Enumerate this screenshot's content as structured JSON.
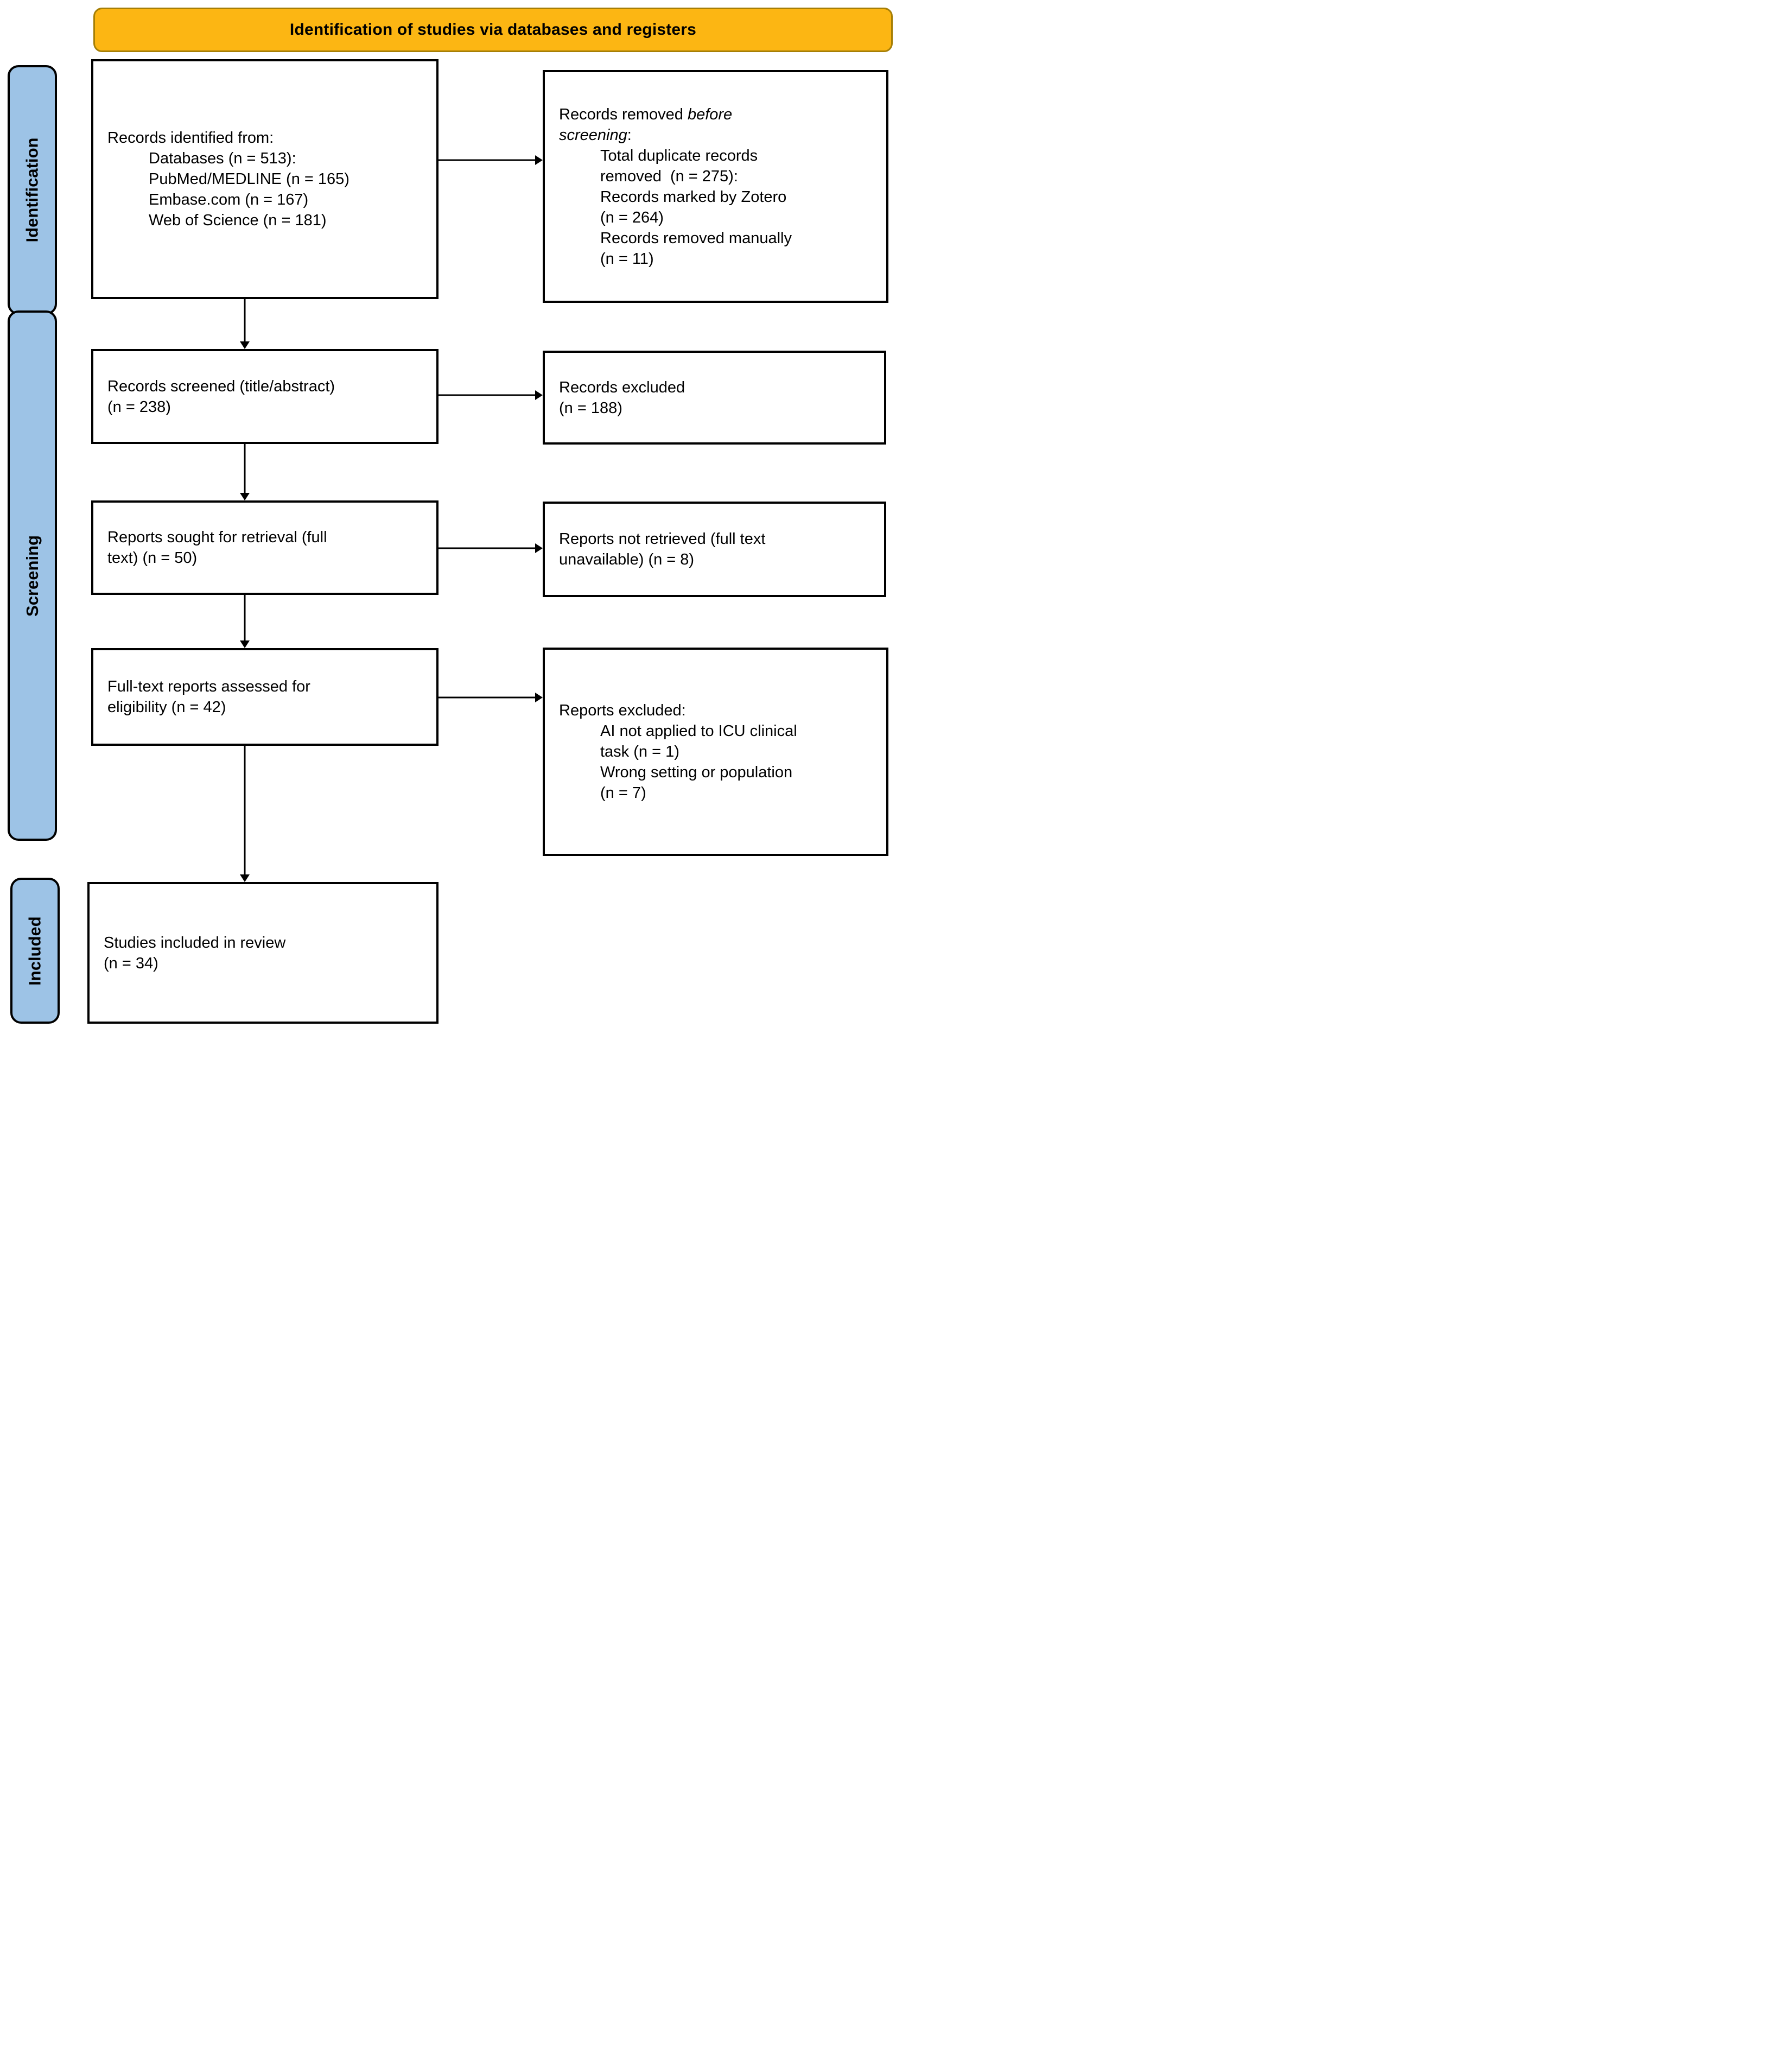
{
  "banner": {
    "title": "Identification of studies via databases and registers"
  },
  "colors": {
    "banner_fill": "#FCB613",
    "banner_border": "#A67F06",
    "stage_fill": "#9DC3E6",
    "box_border": "#000000",
    "arrow": "#000000"
  },
  "stages": [
    {
      "id": "identification",
      "label": "Identification"
    },
    {
      "id": "screening",
      "label": "Screening"
    },
    {
      "id": "included",
      "label": "Included"
    }
  ],
  "boxes": {
    "records_identified": {
      "lines": [
        {
          "indent": 0,
          "parts": [
            {
              "text": "Records identified from:"
            }
          ]
        },
        {
          "indent": 1,
          "parts": [
            {
              "text": "Databases (n = 513):"
            }
          ]
        },
        {
          "indent": 1,
          "parts": [
            {
              "text": "PubMed/MEDLINE (n = 165)"
            }
          ]
        },
        {
          "indent": 1,
          "parts": [
            {
              "text": "Embase.com (n = 167)"
            }
          ]
        },
        {
          "indent": 1,
          "parts": [
            {
              "text": "Web of Science (n = 181)"
            }
          ]
        }
      ]
    },
    "records_removed_before_screening": {
      "lines": [
        {
          "indent": 0,
          "parts": [
            {
              "text": "Records removed "
            },
            {
              "text": "before",
              "italic": true
            }
          ]
        },
        {
          "indent": 0,
          "parts": [
            {
              "text": "screening",
              "italic": true
            },
            {
              "text": ":"
            }
          ]
        },
        {
          "indent": 1,
          "parts": [
            {
              "text": "Total duplicate records"
            }
          ]
        },
        {
          "indent": 1,
          "parts": [
            {
              "text": "removed  (n = 275):"
            }
          ]
        },
        {
          "indent": 1,
          "parts": [
            {
              "text": "Records marked by Zotero"
            }
          ]
        },
        {
          "indent": 1,
          "parts": [
            {
              "text": "(n = 264)"
            }
          ]
        },
        {
          "indent": 1,
          "parts": [
            {
              "text": "Records removed manually"
            }
          ]
        },
        {
          "indent": 1,
          "parts": [
            {
              "text": "(n = 11)"
            }
          ]
        }
      ]
    },
    "records_screened": {
      "lines": [
        {
          "indent": 0,
          "parts": [
            {
              "text": "Records screened (title/abstract)"
            }
          ]
        },
        {
          "indent": 0,
          "parts": [
            {
              "text": "(n = 238)"
            }
          ]
        }
      ]
    },
    "records_excluded": {
      "lines": [
        {
          "indent": 0,
          "parts": [
            {
              "text": "Records excluded"
            }
          ]
        },
        {
          "indent": 0,
          "parts": [
            {
              "text": "(n = 188)"
            }
          ]
        }
      ]
    },
    "reports_sought": {
      "lines": [
        {
          "indent": 0,
          "parts": [
            {
              "text": "Reports sought for retrieval (full"
            }
          ]
        },
        {
          "indent": 0,
          "parts": [
            {
              "text": "text) (n = 50)"
            }
          ]
        }
      ]
    },
    "reports_not_retrieved": {
      "lines": [
        {
          "indent": 0,
          "parts": [
            {
              "text": "Reports not retrieved (full text"
            }
          ]
        },
        {
          "indent": 0,
          "parts": [
            {
              "text": "unavailable) (n = 8)"
            }
          ]
        }
      ]
    },
    "reports_assessed": {
      "lines": [
        {
          "indent": 0,
          "parts": [
            {
              "text": "Full-text reports assessed for"
            }
          ]
        },
        {
          "indent": 0,
          "parts": [
            {
              "text": "eligibility (n = 42)"
            }
          ]
        }
      ]
    },
    "reports_excluded": {
      "lines": [
        {
          "indent": 0,
          "parts": [
            {
              "text": "Reports excluded:"
            }
          ]
        },
        {
          "indent": 1,
          "parts": [
            {
              "text": "AI not applied to ICU clinical"
            }
          ]
        },
        {
          "indent": 1,
          "parts": [
            {
              "text": "task (n = 1)"
            }
          ]
        },
        {
          "indent": 1,
          "parts": [
            {
              "text": "Wrong setting or population"
            }
          ]
        },
        {
          "indent": 1,
          "parts": [
            {
              "text": "(n = 7)"
            }
          ]
        }
      ]
    },
    "studies_included": {
      "lines": [
        {
          "indent": 0,
          "parts": [
            {
              "text": "Studies included in review"
            }
          ]
        },
        {
          "indent": 0,
          "parts": [
            {
              "text": "(n = 34)"
            }
          ]
        }
      ]
    }
  }
}
